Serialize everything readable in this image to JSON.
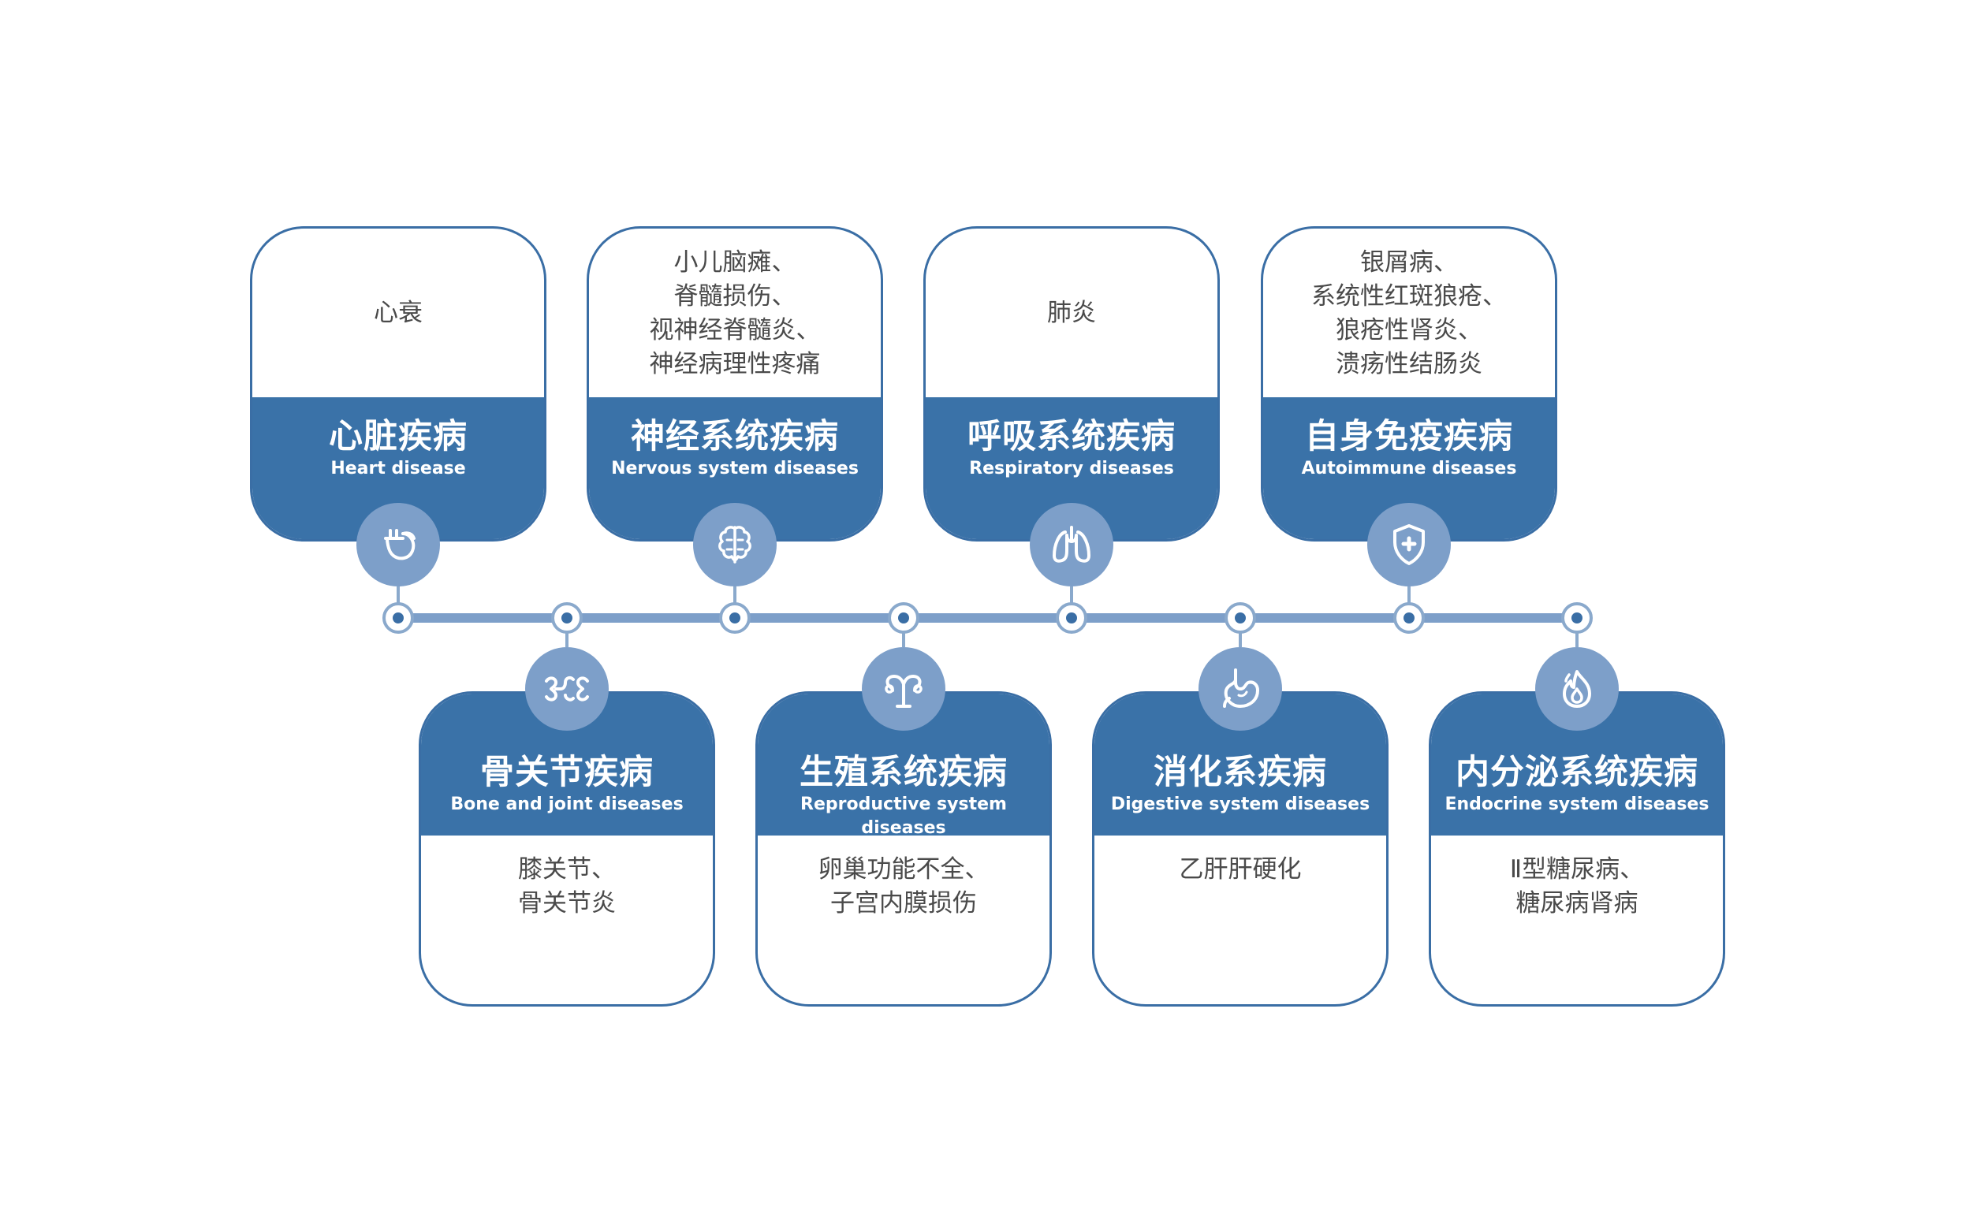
{
  "colors": {
    "card_border": "#3a6ea5",
    "band_fill": "#3a72a8",
    "icon_fill": "#7d9fc9",
    "timeline": "#7d9fc9",
    "text": "#4a4a4a"
  },
  "categories": [
    {
      "id": "heart",
      "title_zh": "心脏疾病",
      "title_en": "Heart disease",
      "icon": "heart-icon",
      "diseases": [
        "心衰"
      ]
    },
    {
      "id": "bone",
      "title_zh": "骨关节疾病",
      "title_en": "Bone and joint diseases",
      "icon": "bone-joint-icon",
      "diseases": [
        "膝关节、",
        "骨关节炎"
      ]
    },
    {
      "id": "nervous",
      "title_zh": "神经系统疾病",
      "title_en": "Nervous system diseases",
      "icon": "brain-icon",
      "diseases": [
        "小儿脑瘫、",
        "脊髓损伤、",
        "视神经脊髓炎、",
        "神经病理性疼痛"
      ]
    },
    {
      "id": "reproductive",
      "title_zh": "生殖系统疾病",
      "title_en": "Reproductive system diseases",
      "icon": "uterus-icon",
      "diseases": [
        "卵巢功能不全、",
        "子宫内膜损伤"
      ]
    },
    {
      "id": "respiratory",
      "title_zh": "呼吸系统疾病",
      "title_en": "Respiratory diseases",
      "icon": "lungs-icon",
      "diseases": [
        "肺炎"
      ]
    },
    {
      "id": "digestive",
      "title_zh": "消化系疾病",
      "title_en": "Digestive system diseases",
      "icon": "stomach-icon",
      "diseases": [
        "乙肝肝硬化"
      ]
    },
    {
      "id": "autoimmune",
      "title_zh": "自身免疫疾病",
      "title_en": "Autoimmune diseases",
      "icon": "shield-plus-icon",
      "diseases": [
        "银屑病、",
        "系统性红斑狼疮、",
        "狼疮性肾炎、",
        "溃疡性结肠炎"
      ]
    },
    {
      "id": "endocrine",
      "title_zh": "内分泌系统疾病",
      "title_en": "Endocrine system diseases",
      "icon": "flame-drop-icon",
      "diseases": [
        "Ⅱ型糖尿病、",
        "糖尿病肾病"
      ]
    }
  ]
}
